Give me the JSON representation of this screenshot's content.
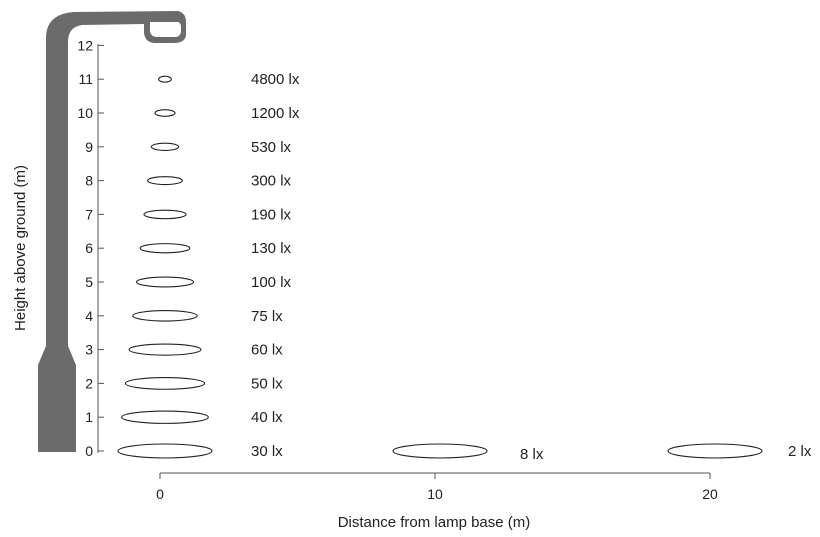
{
  "title": "",
  "xlabel": "Distance from lamp base (m)",
  "ylabel": "Height above ground (m)",
  "colors": {
    "lamp_post": "#6b6b6b",
    "ink": "#222222",
    "background": "#ffffff"
  },
  "chart_data": {
    "type": "scatter",
    "x_ticks": [
      "0",
      "10",
      "20"
    ],
    "y_ticks": [
      "0",
      "1",
      "2",
      "3",
      "4",
      "5",
      "6",
      "7",
      "8",
      "9",
      "10",
      "11",
      "12"
    ],
    "xlim": [
      0,
      20
    ],
    "ylim": [
      0,
      12
    ],
    "grid": false,
    "points": [
      {
        "distance_m": 0,
        "height_m": 11,
        "illuminance": "4800 lx"
      },
      {
        "distance_m": 0,
        "height_m": 10,
        "illuminance": "1200 lx"
      },
      {
        "distance_m": 0,
        "height_m": 9,
        "illuminance": "530 lx"
      },
      {
        "distance_m": 0,
        "height_m": 8,
        "illuminance": "300 lx"
      },
      {
        "distance_m": 0,
        "height_m": 7,
        "illuminance": "190 lx"
      },
      {
        "distance_m": 0,
        "height_m": 6,
        "illuminance": "130 lx"
      },
      {
        "distance_m": 0,
        "height_m": 5,
        "illuminance": "100 lx"
      },
      {
        "distance_m": 0,
        "height_m": 4,
        "illuminance": "75 lx"
      },
      {
        "distance_m": 0,
        "height_m": 3,
        "illuminance": "60 lx"
      },
      {
        "distance_m": 0,
        "height_m": 2,
        "illuminance": "50 lx"
      },
      {
        "distance_m": 0,
        "height_m": 1,
        "illuminance": "40 lx"
      },
      {
        "distance_m": 0,
        "height_m": 0,
        "illuminance": "30 lx"
      },
      {
        "distance_m": 10,
        "height_m": 0,
        "illuminance": "8 lx"
      },
      {
        "distance_m": 20,
        "height_m": 0,
        "illuminance": "2 lx"
      }
    ]
  }
}
